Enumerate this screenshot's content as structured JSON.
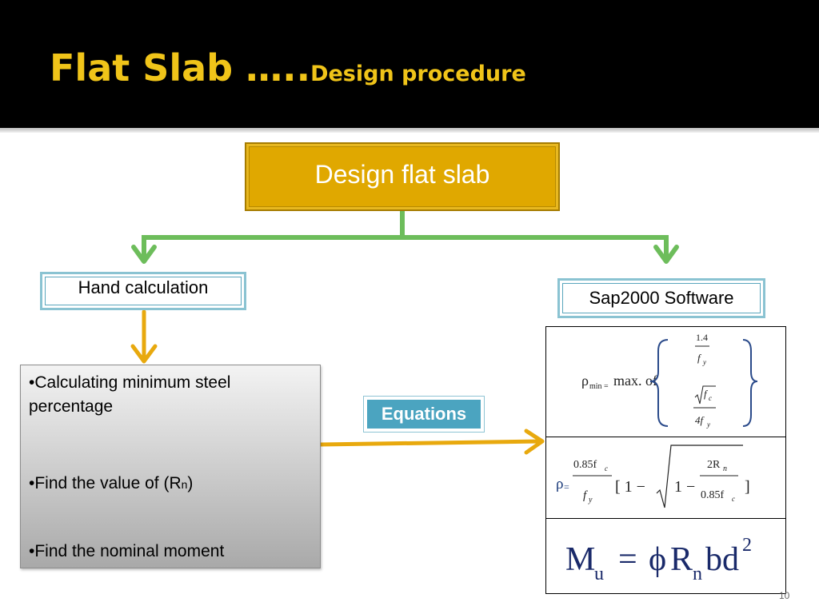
{
  "slide": {
    "title_main": "Flat Slab …..",
    "title_sub": "Design procedure",
    "page_number": "10"
  },
  "flow": {
    "top_box": "Design flat slab",
    "left_label": "Hand calculation",
    "right_label": "Sap2000 Software",
    "steps": [
      "•Calculating minimum steel percentage",
      "•Find the value of (R",
      "•Find the nominal moment"
    ],
    "step2_sub": "n",
    "step2_end": ")",
    "connector_label": "Equations"
  },
  "formulas": {
    "rho_min": {
      "rho": "ρ",
      "sub": "min =",
      "maxof": "max. of",
      "t1_num": "1.4",
      "t1_den": "f",
      "t1_den_sub": "y",
      "t2_num": "f",
      "t2_num_sub": "c",
      "t2_den": "4f",
      "t2_den_sub": "y"
    },
    "rho": {
      "rho": "ρ",
      "eq": "=",
      "num": "0.85f",
      "num_sub": "c",
      "den": "f",
      "den_sub": "y",
      "bracket_open": "[ 1 −",
      "inner_one": "1 −",
      "inner_num": "2R",
      "inner_num_sub": "n",
      "inner_den": "0.85f",
      "inner_den_sub": "c",
      "bracket_close": "]"
    },
    "mu": {
      "M": "M",
      "M_sub": "u",
      "eq": "=",
      "phi": "ϕ",
      "R": "R",
      "R_sub": "n",
      "bd": "bd",
      "sup": "2"
    }
  },
  "colors": {
    "header_bg": "#000000",
    "title": "#f0c419",
    "top_box": "#e0a800",
    "green_arrow": "#6dbd5b",
    "orange_arrow": "#e8a90e",
    "label_border": "#8ac3d2",
    "equations_tag": "#4ba4c0"
  }
}
